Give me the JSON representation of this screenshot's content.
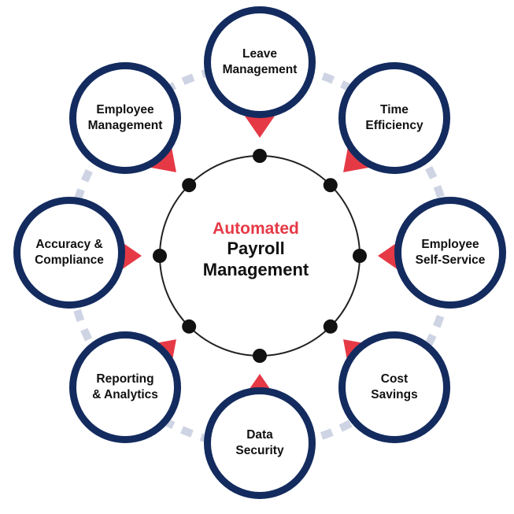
{
  "diagram": {
    "center": {
      "accent_text": "Automated",
      "line1": "Payroll",
      "line2": "Management"
    },
    "nodes": [
      {
        "id": "leave-management",
        "label": "Leave\nManagement"
      },
      {
        "id": "time-efficiency",
        "label": "Time\nEfficiency"
      },
      {
        "id": "employee-self-service",
        "label": "Employee\nSelf-Service"
      },
      {
        "id": "cost-savings",
        "label": "Cost\nSavings"
      },
      {
        "id": "data-security",
        "label": "Data\nSecurity"
      },
      {
        "id": "reporting-analytics",
        "label": "Reporting\n& Analytics"
      },
      {
        "id": "accuracy-compliance",
        "label": "Accuracy &\nCompliance"
      },
      {
        "id": "employee-management",
        "label": "Employee\nManagement"
      }
    ],
    "colors": {
      "ring_border": "#132b5e",
      "accent": "#e63946",
      "connector": "#ced4e3",
      "text": "#111111"
    }
  }
}
